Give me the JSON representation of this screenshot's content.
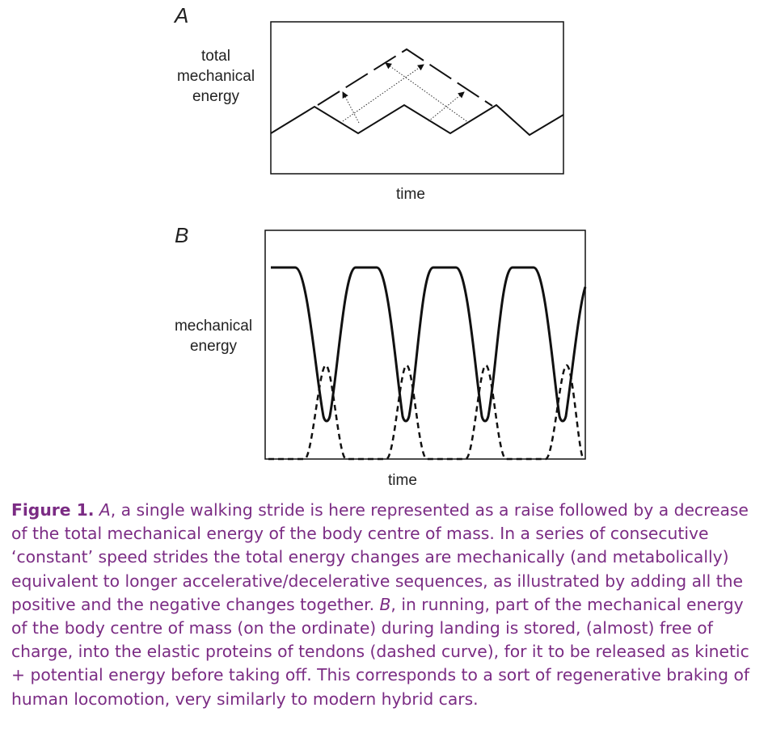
{
  "panelA": {
    "letter": "A",
    "ylabel": "total\nmechanical\nenergy",
    "xlabel": "time"
  },
  "panelB": {
    "letter": "B",
    "ylabel": "mechanical\nenergy",
    "xlabel": "time"
  },
  "caption": {
    "lead": "Figure 1.",
    "a_letter": "A",
    "a_text": ", a single walking stride is here represented as a raise followed by a decrease of the total mechanical energy of the body centre of mass. In a series of consecutive ‘constant’ speed strides the total energy changes are mechanically (and metabolically) equivalent to longer accelerative/decelerative sequences, as illustrated by adding all the positive and the negative changes together. ",
    "b_letter": "B",
    "b_text": ", in running, part of the mechanical energy of the body centre of mass (on the ordinate) during landing is stored, (almost) free of charge, into the elastic proteins of tendons (dashed curve), for it to be released as kinetic + potential energy before taking off. This corresponds to a sort of regenerative braking of human locomotion, very similarly to modern hybrid cars."
  },
  "colors": {
    "line": "#111111",
    "caption": "#7b2c84"
  }
}
